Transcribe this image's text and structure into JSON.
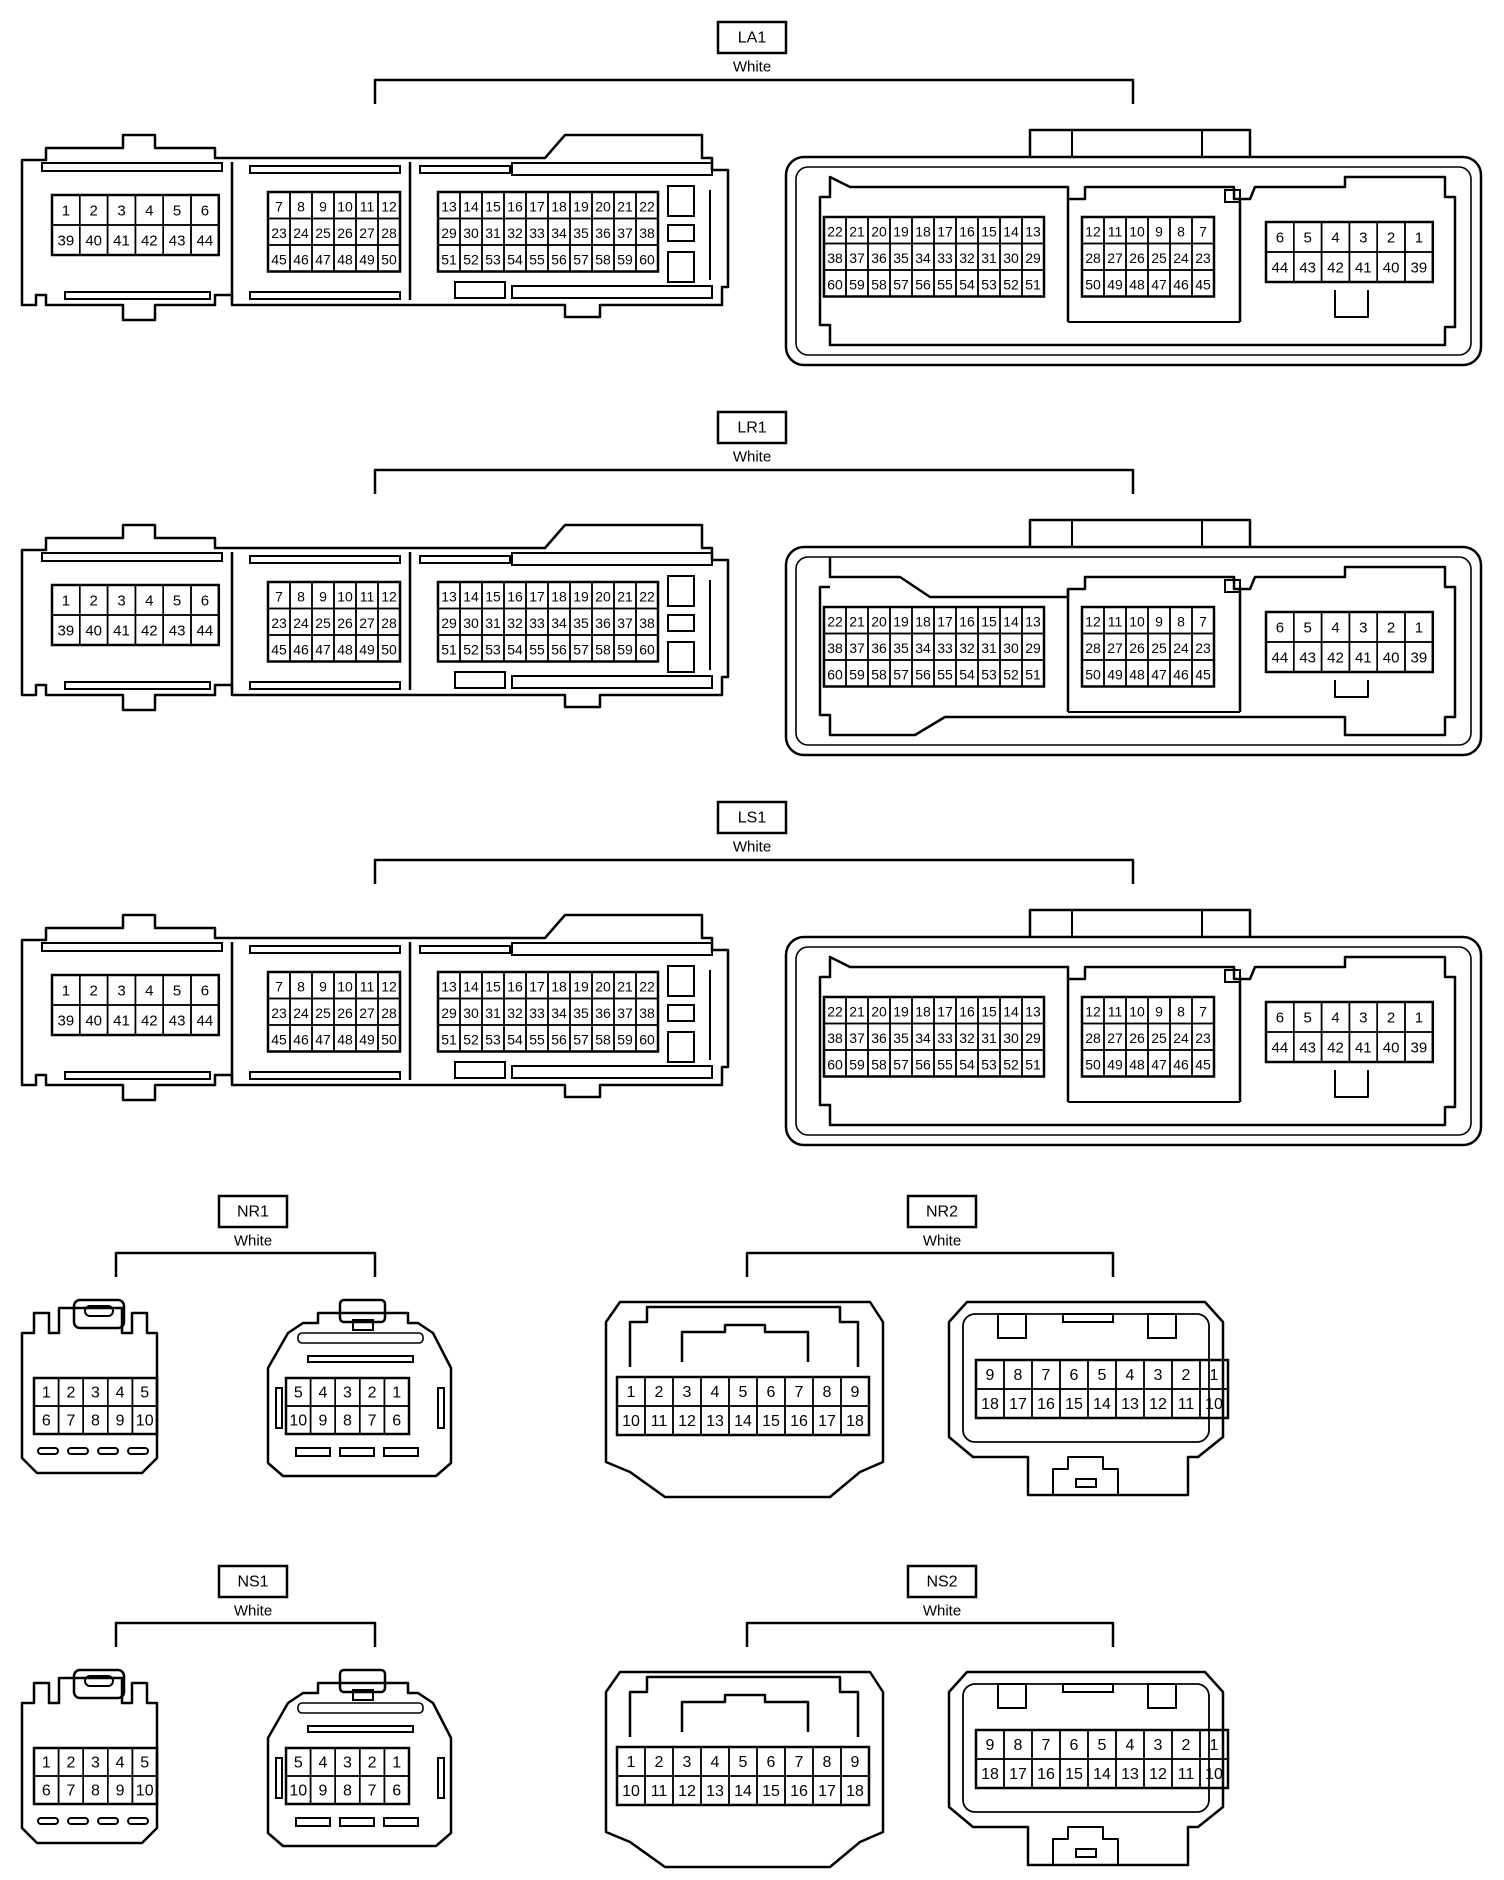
{
  "connectors": [
    {
      "id": "LA1",
      "color": "White",
      "variant": "A"
    },
    {
      "id": "LR1",
      "color": "White",
      "variant": "B"
    },
    {
      "id": "LS1",
      "color": "White",
      "variant": "A"
    },
    {
      "id": "NR1",
      "color": "White"
    },
    {
      "id": "NR2",
      "color": "White"
    },
    {
      "id": "NS1",
      "color": "White"
    },
    {
      "id": "NS2",
      "color": "White"
    }
  ],
  "large_male": {
    "block1": [
      [
        "1",
        "2",
        "3",
        "4",
        "5",
        "6"
      ],
      [
        "39",
        "40",
        "41",
        "42",
        "43",
        "44"
      ]
    ],
    "block2": [
      [
        "7",
        "8",
        "9",
        "10",
        "11",
        "12"
      ],
      [
        "23",
        "24",
        "25",
        "26",
        "27",
        "28"
      ],
      [
        "45",
        "46",
        "47",
        "48",
        "49",
        "50"
      ]
    ],
    "block3": [
      [
        "13",
        "14",
        "15",
        "16",
        "17",
        "18",
        "19",
        "20",
        "21",
        "22"
      ],
      [
        "29",
        "30",
        "31",
        "32",
        "33",
        "34",
        "35",
        "36",
        "37",
        "38"
      ],
      [
        "51",
        "52",
        "53",
        "54",
        "55",
        "56",
        "57",
        "58",
        "59",
        "60"
      ]
    ]
  },
  "large_female": {
    "block1": [
      [
        "22",
        "21",
        "20",
        "19",
        "18",
        "17",
        "16",
        "15",
        "14",
        "13"
      ],
      [
        "38",
        "37",
        "36",
        "35",
        "34",
        "33",
        "32",
        "31",
        "30",
        "29"
      ],
      [
        "60",
        "59",
        "58",
        "57",
        "56",
        "55",
        "54",
        "53",
        "52",
        "51"
      ]
    ],
    "block2": [
      [
        "12",
        "11",
        "10",
        "9",
        "8",
        "7"
      ],
      [
        "28",
        "27",
        "26",
        "25",
        "24",
        "23"
      ],
      [
        "50",
        "49",
        "48",
        "47",
        "46",
        "45"
      ]
    ],
    "block3": [
      [
        "6",
        "5",
        "4",
        "3",
        "2",
        "1"
      ],
      [
        "44",
        "43",
        "42",
        "41",
        "40",
        "39"
      ]
    ]
  },
  "small10_male": [
    [
      "1",
      "2",
      "3",
      "4",
      "5"
    ],
    [
      "6",
      "7",
      "8",
      "9",
      "10"
    ]
  ],
  "small10_female": [
    [
      "5",
      "4",
      "3",
      "2",
      "1"
    ],
    [
      "10",
      "9",
      "8",
      "7",
      "6"
    ]
  ],
  "pin18_male": [
    [
      "1",
      "2",
      "3",
      "4",
      "5",
      "6",
      "7",
      "8",
      "9"
    ],
    [
      "10",
      "11",
      "12",
      "13",
      "14",
      "15",
      "16",
      "17",
      "18"
    ]
  ],
  "pin18_female": [
    [
      "9",
      "8",
      "7",
      "6",
      "5",
      "4",
      "3",
      "2",
      "1"
    ],
    [
      "18",
      "17",
      "16",
      "15",
      "14",
      "13",
      "12",
      "11",
      "10"
    ]
  ],
  "colors": {
    "line": "#000000",
    "background": "#ffffff"
  }
}
